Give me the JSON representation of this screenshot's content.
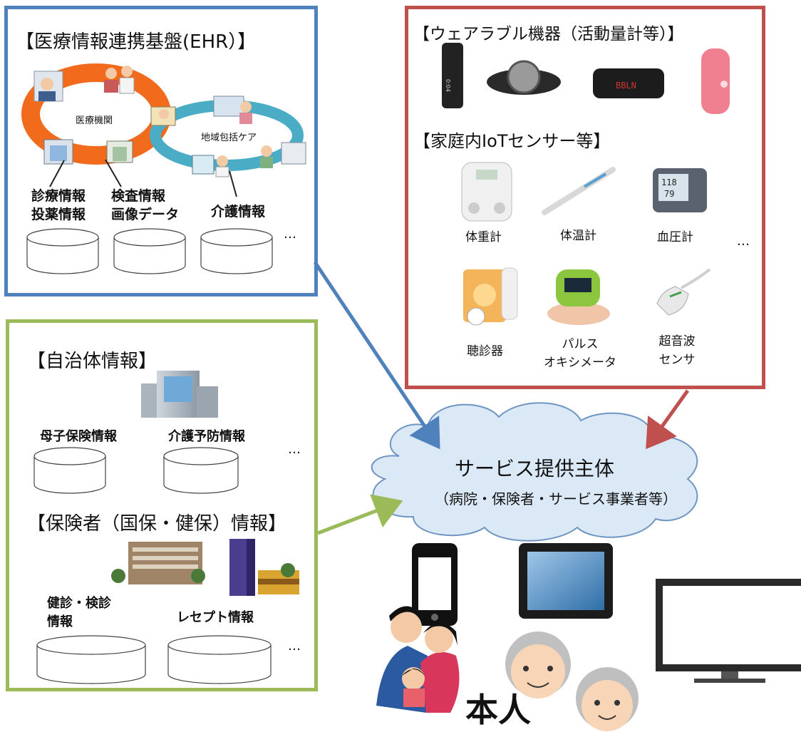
{
  "ehr": {
    "title": "【医療情報連携基盤(EHR）】",
    "medical_institution": "医療機関",
    "community_care": "地域包括ケア",
    "db_labels": [
      "診療情報\n投薬情報",
      "検査情報\n画像データ",
      "介護情報"
    ],
    "ellipsis": "…",
    "border_color": "#4f81bd"
  },
  "wearables": {
    "title": "【ウェアラブル機器（活動量計等）】",
    "iot_title": "【家庭内IoTセンサー等】",
    "band_text": "BBLN",
    "tracker_text": "0:04",
    "scale_reading": "",
    "thermo_reading": "",
    "bp_reading_top": "118",
    "bp_reading_bottom": "79",
    "oximeter_reading": "",
    "devices": [
      "体重計",
      "体温計",
      "血圧計",
      "聴診器",
      "パルス\nオキシメータ",
      "超音波\nセンサ"
    ],
    "ellipsis": "…",
    "border_color": "#c0504d"
  },
  "local_gov": {
    "title": "【自治体情報】",
    "db_labels": [
      "母子保険情報",
      "介護予防情報"
    ],
    "insurer_title": "【保険者（国保・健保）情報】",
    "insurer_db_labels": [
      "健診・検診\n情報",
      "レセプト情報"
    ],
    "ellipsis": "…",
    "border_color": "#9bbb59"
  },
  "service": {
    "name": "サービス提供主体",
    "detail": "（病院・保険者・サービス事業者等）"
  },
  "person": {
    "label": "本人"
  },
  "arrow_colors": {
    "blue": "#4f81bd",
    "red": "#c0504d",
    "green": "#9bbb59"
  }
}
